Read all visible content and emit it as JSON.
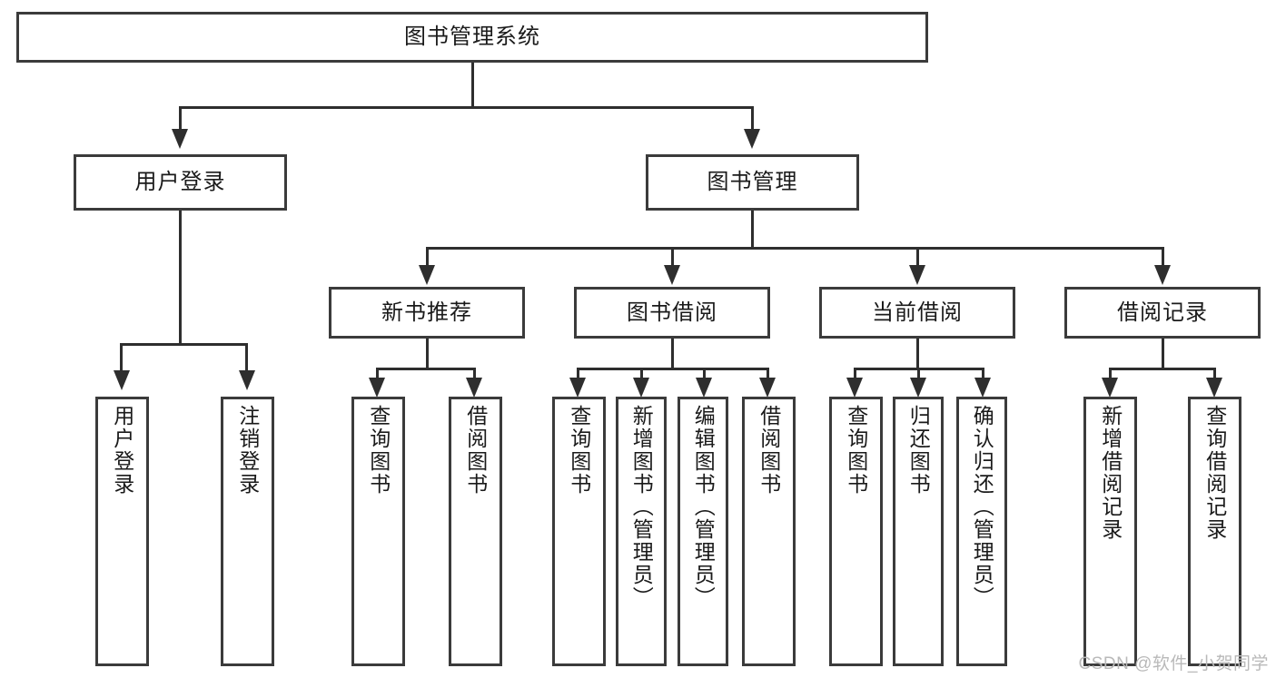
{
  "diagram": {
    "title": "图书管理系统",
    "watermark": "CSDN @软件_小贺同学",
    "root": {
      "label": "图书管理系统"
    },
    "level2": [
      {
        "id": "user-login",
        "label": "用户登录"
      },
      {
        "id": "book-manage",
        "label": "图书管理"
      }
    ],
    "level3": [
      {
        "id": "new-book-recommend",
        "label": "新书推荐"
      },
      {
        "id": "book-borrow",
        "label": "图书借阅"
      },
      {
        "id": "current-borrow",
        "label": "当前借阅"
      },
      {
        "id": "borrow-record",
        "label": "借阅记录"
      }
    ],
    "leaves": {
      "user_login": [
        {
          "id": "leaf-user-login",
          "label": "用户登录"
        },
        {
          "id": "leaf-logout-login",
          "label": "注销登录"
        }
      ],
      "new_book_recommend": [
        {
          "id": "leaf-query-book-1",
          "label": "查询图书"
        },
        {
          "id": "leaf-borrow-book-1",
          "label": "借阅图书"
        }
      ],
      "book_borrow": [
        {
          "id": "leaf-query-book-2",
          "label": "查询图书"
        },
        {
          "id": "leaf-add-book",
          "label": "新增图书（管理员）"
        },
        {
          "id": "leaf-edit-book",
          "label": "编辑图书（管理员）"
        },
        {
          "id": "leaf-borrow-book-2",
          "label": "借阅图书"
        }
      ],
      "current_borrow": [
        {
          "id": "leaf-query-book-3",
          "label": "查询图书"
        },
        {
          "id": "leaf-return-book",
          "label": "归还图书"
        },
        {
          "id": "leaf-confirm-return",
          "label": "确认归还（管理员）"
        }
      ],
      "borrow_record": [
        {
          "id": "leaf-add-record",
          "label": "新增借阅记录"
        },
        {
          "id": "leaf-query-record",
          "label": "查询借阅记录"
        }
      ]
    },
    "colors": {
      "border": "#3b3b3b",
      "line": "#2e2e2e",
      "text": "#1a1a1a",
      "background": "#ffffff",
      "watermark": "#b9b9b9"
    }
  }
}
